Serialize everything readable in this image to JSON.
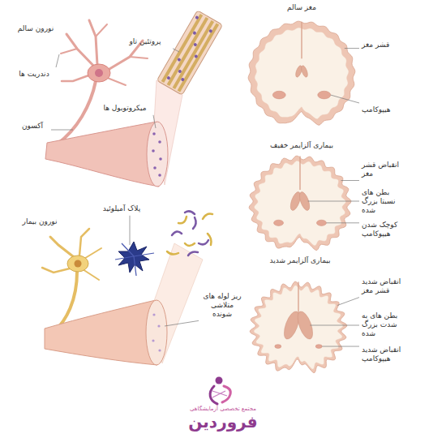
{
  "diagram": {
    "labels": [
      "نورون سالم",
      "دندریت ها",
      "آکسون",
      "پروتئین تاو",
      "میکروتوبول ها",
      "مغز سالم",
      "قشر مغز",
      "هیپوکامپ",
      "بیماری آلزایمر خفیف",
      "انقباض قشر مغز",
      "بطن های نسبتا بزرگ شده",
      "کوچک شدن هیپوکامپ",
      "نورون بیمار",
      "پلاک آمیلوئید",
      "ریز لوله های متلاشی شونده",
      "بیماری آلزایمر شدید",
      "انقباض شدید قشر مغز",
      "بطن های به شدت بزرگ شده",
      "انقباض شدید هیپوکامپ",
      "مجتمع تخصصی آزمایشگاهی",
      "فروردین"
    ]
  }
}
